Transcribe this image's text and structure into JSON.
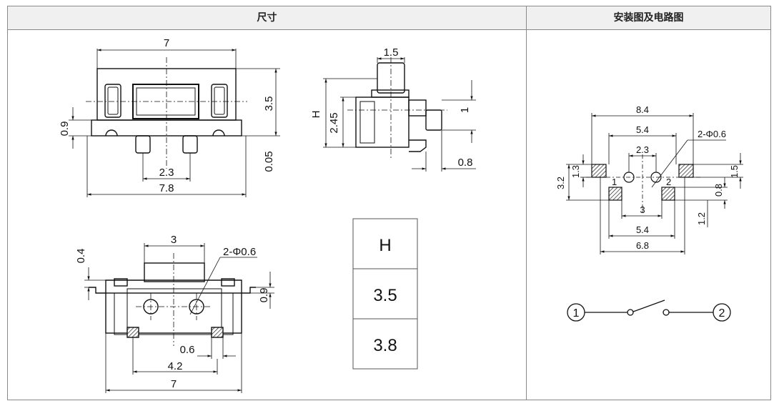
{
  "headers": {
    "dimensions": "尺寸",
    "install": "安装图及电路图"
  },
  "top_view": {
    "width_top": "7",
    "height_right": "3.5",
    "left_side": "0.9",
    "right_side": "0.05",
    "pin_pitch": "2.3",
    "width_bottom": "7.8"
  },
  "side_view": {
    "top": "1.5",
    "h_label": "H",
    "height": "2.45",
    "actuator": "1",
    "bottom": "0.8"
  },
  "bottom_view": {
    "top_width": "3",
    "left_dim": "0.4",
    "holes": "2-Φ0.6",
    "right_dim": "0.9",
    "pad_width": "0.6",
    "pad_pitch": "4.2",
    "overall": "7"
  },
  "h_table": {
    "header": "H",
    "rows": [
      "3.5",
      "3.8"
    ]
  },
  "footprint": {
    "overall": "8.4",
    "outer_pitch": "5.4",
    "holes": "2-Φ0.6",
    "hole_pitch": "2.3",
    "left_height": "3.2",
    "left_pad": "1.3",
    "right_pad": "1.5",
    "right_small": "0.8",
    "pin1": "1",
    "pin2": "2",
    "inner_gap": "3",
    "right_offset": "1.2",
    "bottom_pitch": "5.4",
    "bottom_overall": "6.8"
  },
  "circuit": {
    "terminal1": "1",
    "terminal2": "2"
  }
}
